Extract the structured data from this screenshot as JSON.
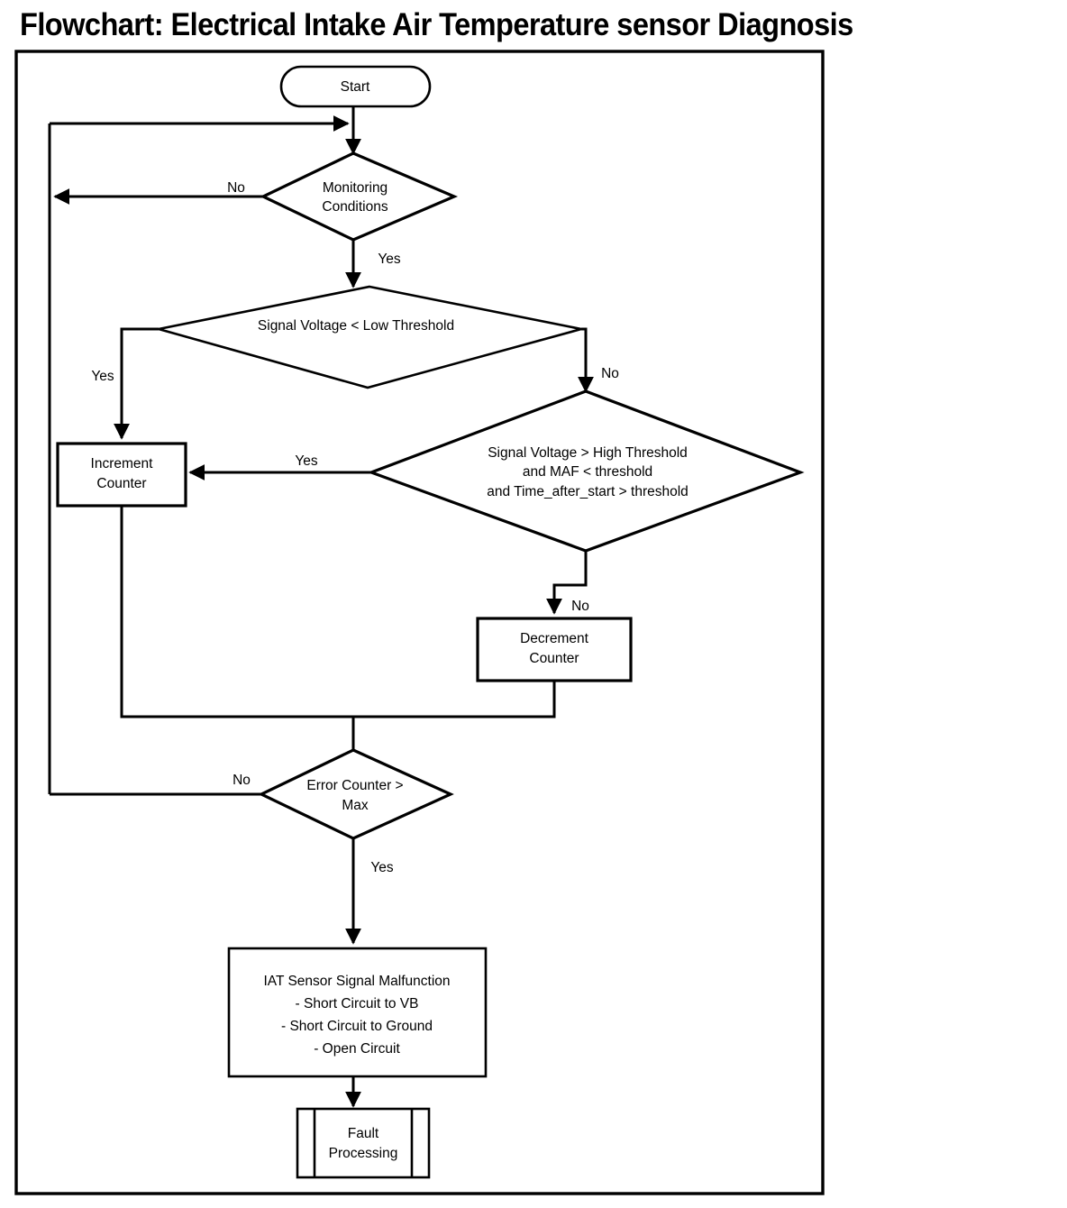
{
  "page": {
    "title": "Flowchart: Electrical Intake Air Temperature sensor Diagnosis",
    "background_color": "#ffffff",
    "line_color": "#000000"
  },
  "diagram": {
    "type": "flowchart",
    "nodes": {
      "start": {
        "shape": "terminator",
        "label": "Start"
      },
      "monitoring": {
        "shape": "decision",
        "line1": "Monitoring",
        "line2": "Conditions"
      },
      "low_threshold": {
        "shape": "decision",
        "line1": "Signal Voltage < Low Threshold"
      },
      "high_threshold": {
        "shape": "decision",
        "line1": "Signal Voltage > High Threshold",
        "line2": "and MAF < threshold",
        "line3": "and Time_after_start > threshold"
      },
      "increment": {
        "shape": "process",
        "line1": "Increment",
        "line2": "Counter"
      },
      "decrement": {
        "shape": "process",
        "line1": "Decrement",
        "line2": "Counter"
      },
      "error_counter": {
        "shape": "decision",
        "line1": "Error Counter >",
        "line2": "Max"
      },
      "malfunction": {
        "shape": "process",
        "line1": "IAT Sensor Signal Malfunction",
        "line2": "- Short Circuit to VB",
        "line3": "- Short Circuit to Ground",
        "line4": "- Open Circuit"
      },
      "fault_processing": {
        "shape": "predefined-process",
        "line1": "Fault",
        "line2": "Processing"
      }
    },
    "edge_labels": {
      "monitoring_no": "No",
      "monitoring_yes": "Yes",
      "low_yes": "Yes",
      "low_no": "No",
      "high_yes": "Yes",
      "high_no": "No",
      "error_no": "No",
      "error_yes": "Yes"
    }
  }
}
